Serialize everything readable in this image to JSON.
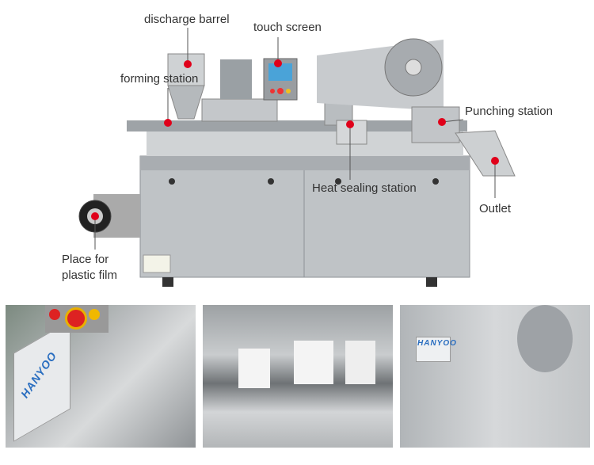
{
  "labels": {
    "discharge_barrel": "discharge barrel",
    "touch_screen": "touch screen",
    "forming_station": "forming station",
    "punching_station": "Punching station",
    "heat_sealing_station": "Heat sealing station",
    "outlet": "Outlet",
    "plastic_film_line1": "Place for",
    "plastic_film_line2": "plastic film"
  },
  "photos": {
    "brand": "HANYOO"
  },
  "colors": {
    "marker": "#e0001a",
    "leader": "#555555",
    "steel": "#b8bcbf"
  }
}
